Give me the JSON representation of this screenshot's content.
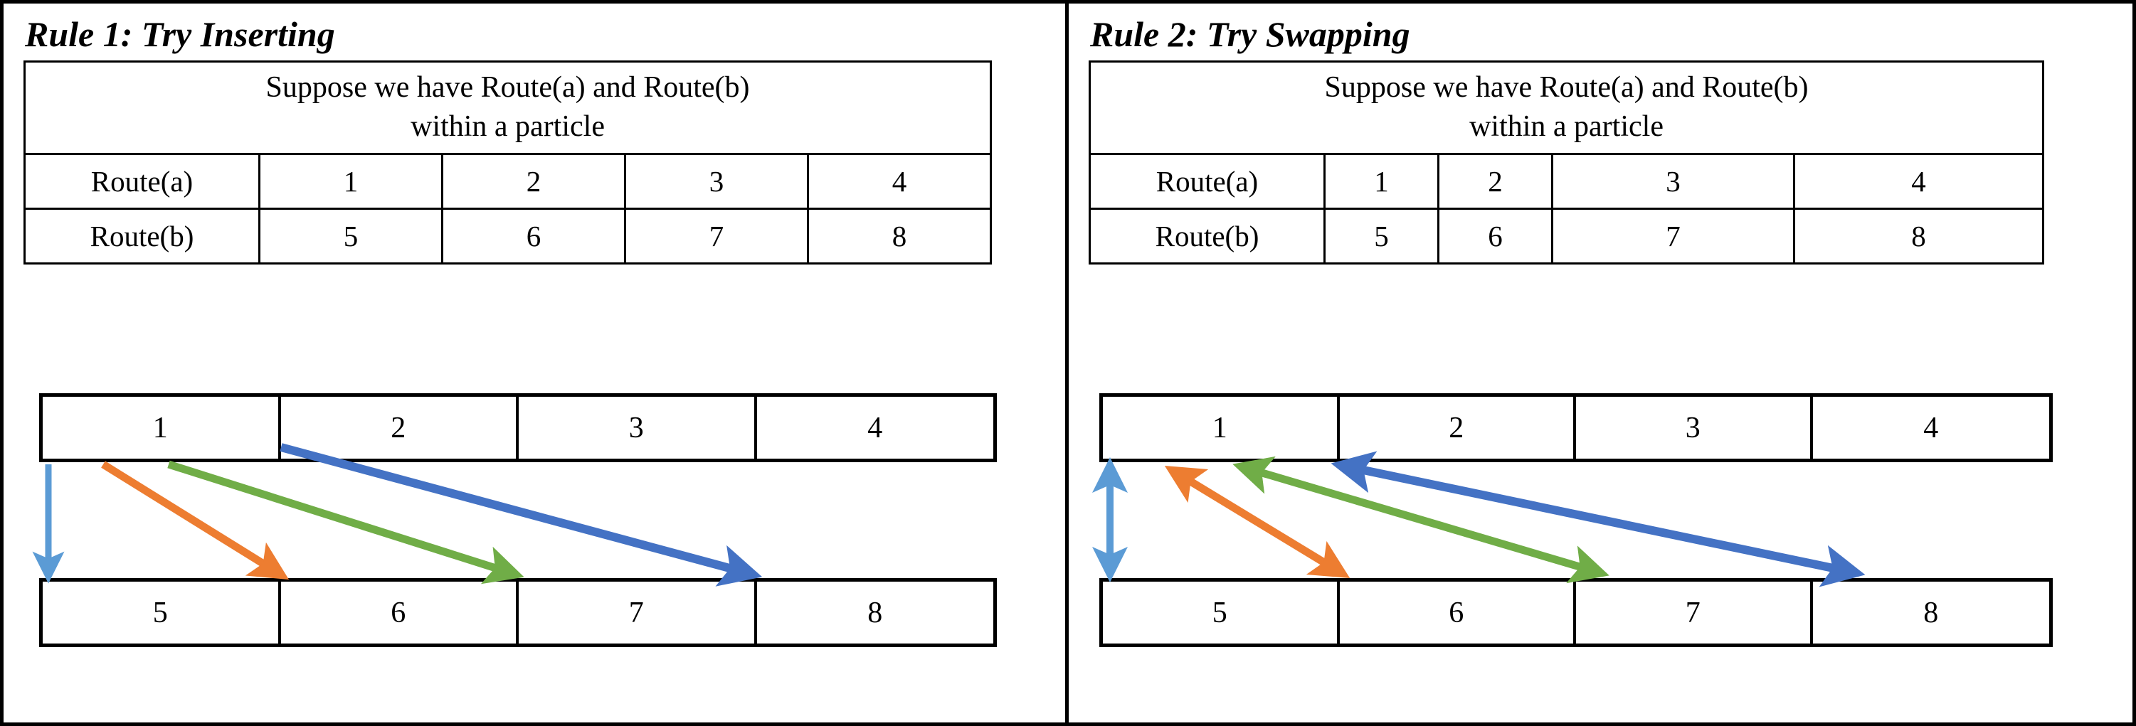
{
  "figure": {
    "border_color": "#000000",
    "background": "#ffffff"
  },
  "palette": {
    "light_blue": "#5B9BD5",
    "orange": "#ED7D31",
    "green": "#70AD47",
    "blue": "#4472C4",
    "black": "#000000"
  },
  "panels": [
    {
      "id": "rule-1",
      "title": "Rule 1: Try Inserting",
      "supposition_table": {
        "header": "Suppose we have Route(a) and Route(b) within a particle",
        "header_line_1": "Suppose we have Route(a) and Route(b)",
        "header_line_2": "within a particle",
        "rows": [
          {
            "label": "Route(a)",
            "values": [
              "1",
              "2",
              "3",
              "4"
            ]
          },
          {
            "label": "Route(b)",
            "values": [
              "5",
              "6",
              "7",
              "8"
            ]
          }
        ]
      },
      "strips": {
        "top": [
          "1",
          "2",
          "3",
          "4"
        ],
        "bottom": [
          "5",
          "6",
          "7",
          "8"
        ]
      },
      "arrows": [
        {
          "name": "arrow-1-to-5",
          "color": "#5B9BD5",
          "from": "1",
          "to": "5",
          "direction": "down",
          "double_headed": false
        },
        {
          "name": "arrow-1-to-6",
          "color": "#ED7D31",
          "from": "1",
          "to": "6",
          "direction": "down",
          "double_headed": false
        },
        {
          "name": "arrow-1-to-7",
          "color": "#70AD47",
          "from": "1",
          "to": "7",
          "direction": "down",
          "double_headed": false
        },
        {
          "name": "arrow-2-to-8",
          "color": "#4472C4",
          "from": "2",
          "to": "8",
          "direction": "down",
          "double_headed": false
        }
      ]
    },
    {
      "id": "rule-2",
      "title": "Rule 2: Try Swapping",
      "supposition_table": {
        "header": "Suppose we have Route(a) and Route(b) within a particle",
        "header_line_1": "Suppose we have Route(a) and Route(b)",
        "header_line_2": "within a particle",
        "rows": [
          {
            "label": "Route(a)",
            "values": [
              "1",
              "2",
              "3",
              "4"
            ]
          },
          {
            "label": "Route(b)",
            "values": [
              "5",
              "6",
              "7",
              "8"
            ]
          }
        ]
      },
      "strips": {
        "top": [
          "1",
          "2",
          "3",
          "4"
        ],
        "bottom": [
          "5",
          "6",
          "7",
          "8"
        ]
      },
      "arrows": [
        {
          "name": "arrow-1-swap-5",
          "color": "#5B9BD5",
          "from": "1",
          "to": "5",
          "direction": "both",
          "double_headed": true
        },
        {
          "name": "arrow-1-swap-6",
          "color": "#ED7D31",
          "from": "1",
          "to": "6",
          "direction": "both",
          "double_headed": true
        },
        {
          "name": "arrow-1-swap-7",
          "color": "#70AD47",
          "from": "1",
          "to": "7",
          "direction": "both",
          "double_headed": true
        },
        {
          "name": "arrow-2-swap-8",
          "color": "#4472C4",
          "from": "2",
          "to": "8",
          "direction": "both",
          "double_headed": true
        }
      ]
    }
  ]
}
